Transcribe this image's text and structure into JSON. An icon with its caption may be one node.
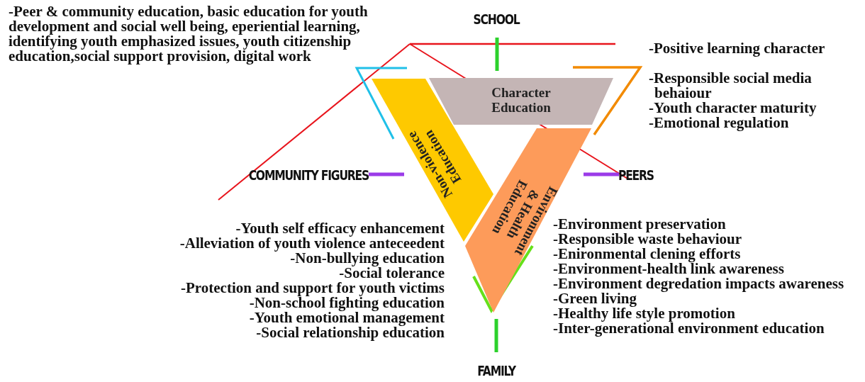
{
  "diagram": {
    "nodes": [
      {
        "text": [
          "Character Education"
        ]
      },
      {
        "text": [
          "Non-violence Education"
        ]
      },
      {
        "text": [
          "Environment & Health Education"
        ]
      }
    ],
    "edges": [],
    "labels": [
      "-Peer & community education, basic education for youth development and social well being, eperiential learning, identifying youth emphasized issues, youth citizenship education,social support provision, digital work",
      "SCHOOL",
      "-Positive learning character",
      "-Responsible social media behaiour",
      "-Youth character maturity",
      "-Emotional regulation",
      "COMMUNITY FIGURES",
      "PEERS",
      "-Youth self efficacy enhancement",
      "-Alleviation of youth violence anteceedent",
      "-Non-bullying education",
      "-Social tolerance",
      "-Protection and support for youth victims",
      "-Non-school fighting education",
      "-Youth emotional management",
      "-Social relationship education",
      "-Environment preservation",
      "-Responsible waste behaviour",
      "-Enironmental clening efforts",
      "-Environment-health link awareness",
      "-Environment degredation impacts awareness",
      "-Green living",
      "-Healthy life style promotion",
      "-Inter-generational environment education",
      "FAMILY"
    ]
  }
}
